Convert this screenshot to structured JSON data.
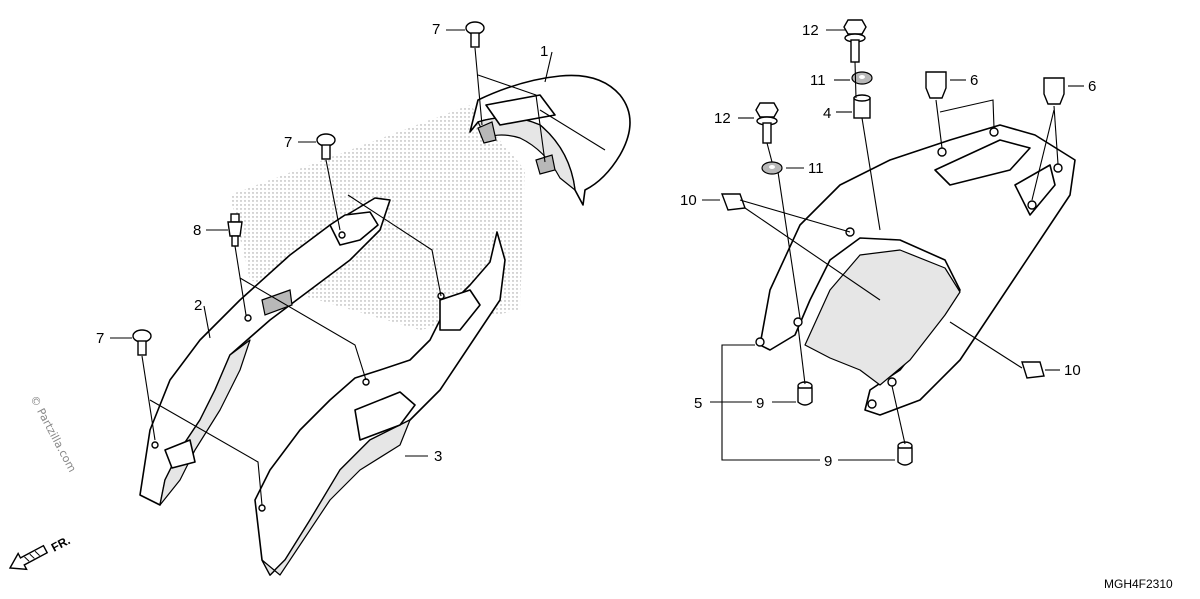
{
  "diagram": {
    "callouts": {
      "c1": "1",
      "c2": "2",
      "c3": "3",
      "c4": "4",
      "c5": "5",
      "c6a": "6",
      "c6b": "6",
      "c7a": "7",
      "c7b": "7",
      "c7c": "7",
      "c8": "8",
      "c9a": "9",
      "c9b": "9",
      "c10a": "10",
      "c10b": "10",
      "c11a": "11",
      "c11b": "11",
      "c12a": "12",
      "c12b": "12"
    },
    "diagram_code": "MGH4F2310",
    "watermark": "© Partzilla.com",
    "front_marker": "FR."
  }
}
